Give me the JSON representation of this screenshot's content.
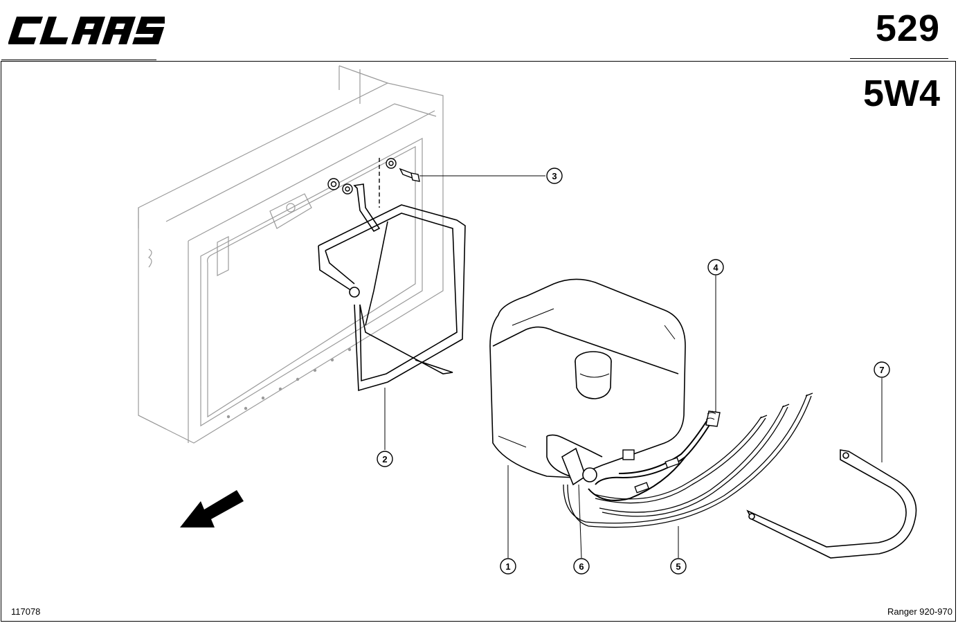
{
  "header": {
    "brand": "CLAAS",
    "page_number": "529",
    "group_code": "5W4"
  },
  "footer": {
    "drawing_number": "117078",
    "model": "Ranger 920-970"
  },
  "callouts": [
    "1",
    "2",
    "3",
    "4",
    "5",
    "6",
    "7"
  ],
  "icons": {
    "direction": "direction-arrow-icon"
  }
}
